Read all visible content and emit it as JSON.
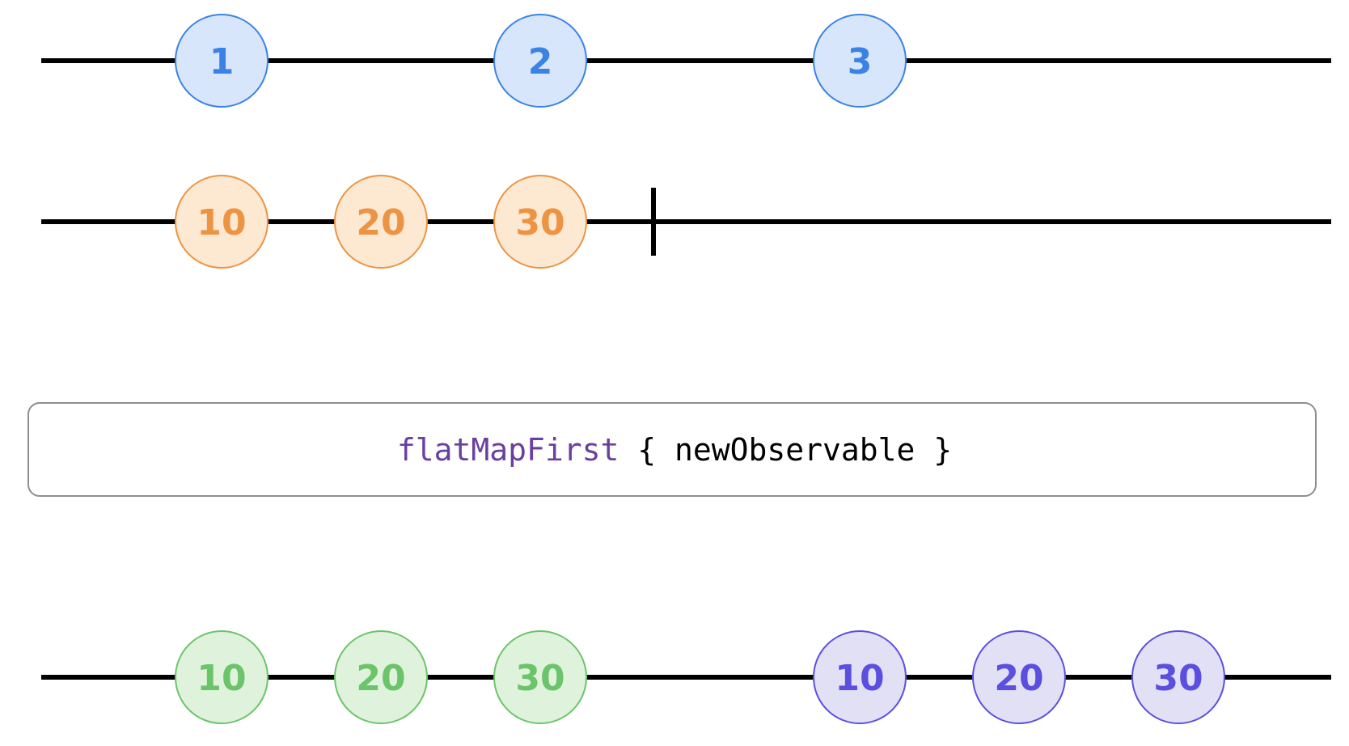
{
  "colors": {
    "line": "#000000",
    "operator_border": "#8e8e8e",
    "operator_keyword": "#6a3fa0",
    "operator_rest": "#000000",
    "palette": {
      "blue": {
        "fill": "#d8e6fb",
        "stroke": "#3a83e4",
        "text": "#3a83e4"
      },
      "orange": {
        "fill": "#fde8d2",
        "stroke": "#ec9443",
        "text": "#ec9443"
      },
      "green": {
        "fill": "#dff2dc",
        "stroke": "#6cc46a",
        "text": "#6cc46a"
      },
      "purple": {
        "fill": "#e2e0f5",
        "stroke": "#5b4fdf",
        "text": "#5b4fdf"
      }
    }
  },
  "operator": {
    "keyword": "flatMapFirst",
    "rest": " { newObservable }"
  },
  "timelines": [
    {
      "id": "source",
      "marbles": [
        {
          "label": "1",
          "color": "blue"
        },
        {
          "label": "2",
          "color": "blue"
        },
        {
          "label": "3",
          "color": "blue"
        }
      ]
    },
    {
      "id": "inner",
      "completes": true,
      "marbles": [
        {
          "label": "10",
          "color": "orange"
        },
        {
          "label": "20",
          "color": "orange"
        },
        {
          "label": "30",
          "color": "orange"
        }
      ]
    },
    {
      "id": "result",
      "marbles": [
        {
          "label": "10",
          "color": "green"
        },
        {
          "label": "20",
          "color": "green"
        },
        {
          "label": "30",
          "color": "green"
        },
        {
          "label": "10",
          "color": "purple"
        },
        {
          "label": "20",
          "color": "purple"
        },
        {
          "label": "30",
          "color": "purple"
        }
      ]
    }
  ]
}
